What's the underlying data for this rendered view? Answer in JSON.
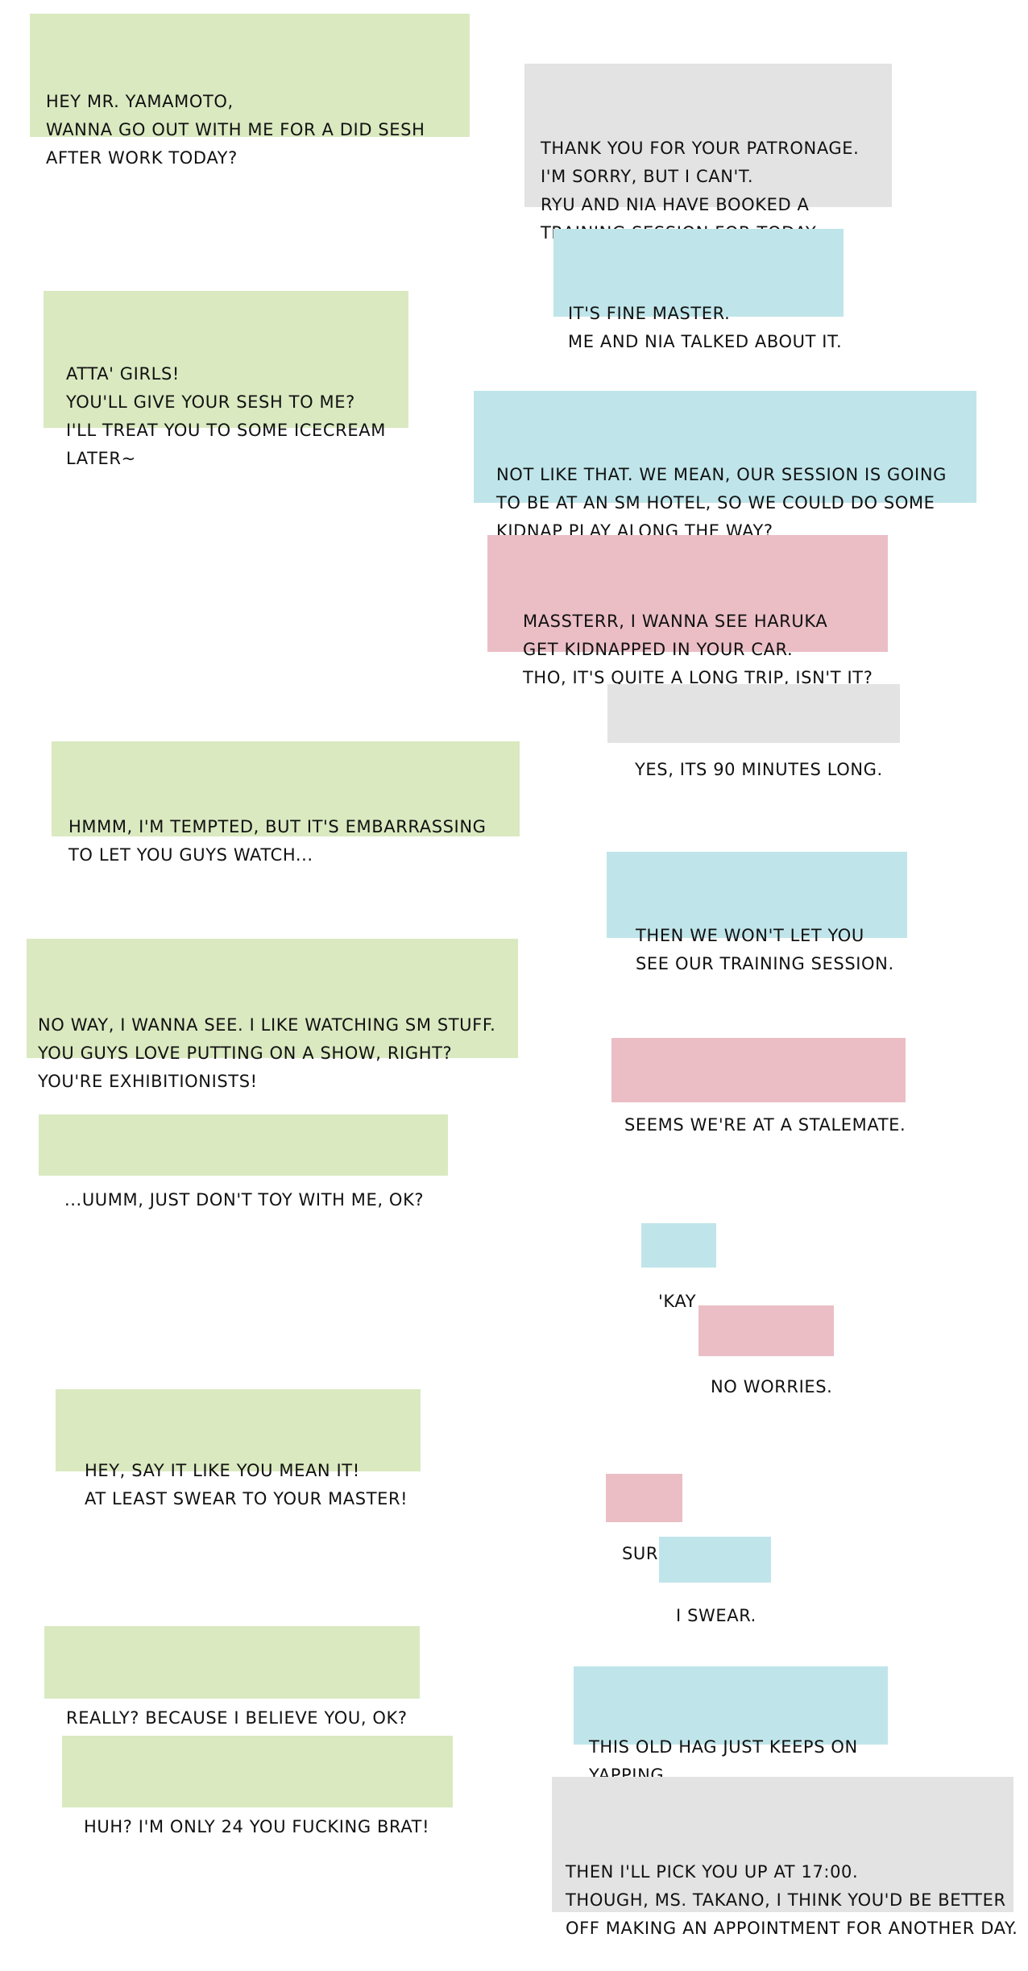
{
  "colors": {
    "green": "#dae9c0",
    "gray": "#e3e3e3",
    "blue": "#bfe5ea",
    "pink": "#ebbec6"
  },
  "messages": [
    {
      "color": "green",
      "text": "HEY MR. YAMAMOTO,\nWANNA GO OUT WITH ME FOR A DID SESH\nAFTER WORK TODAY?"
    },
    {
      "color": "gray",
      "text": "THANK YOU FOR YOUR PATRONAGE.\nI'M SORRY, BUT I CAN'T.\nRYU AND NIA HAVE BOOKED A\nTRAINING SESSION FOR TODAY."
    },
    {
      "color": "blue",
      "text": "IT'S FINE MASTER.\nME AND NIA TALKED ABOUT IT."
    },
    {
      "color": "green",
      "text": "ATTA' GIRLS!\nYOU'LL GIVE YOUR SESH TO ME?\nI'LL TREAT YOU TO SOME ICECREAM\nLATER~"
    },
    {
      "color": "blue",
      "text": "NOT LIKE THAT. WE MEAN, OUR SESSION IS GOING\nTO BE AT AN SM HOTEL, SO WE COULD DO SOME\nKIDNAP PLAY ALONG THE WAY?"
    },
    {
      "color": "pink",
      "text": "MASSTERR, I WANNA SEE HARUKA\nGET KIDNAPPED IN YOUR CAR.\nTHO, IT'S QUITE A LONG TRIP, ISN'T IT?"
    },
    {
      "color": "gray",
      "text": "YES, ITS 90 MINUTES LONG."
    },
    {
      "color": "green",
      "text": "HMMM, I'M TEMPTED, BUT IT'S EMBARRASSING\nTO LET YOU GUYS WATCH..."
    },
    {
      "color": "blue",
      "text": "THEN WE WON'T LET YOU\nSEE OUR TRAINING SESSION."
    },
    {
      "color": "green",
      "text": "NO WAY, I WANNA SEE. I LIKE WATCHING SM STUFF.\nYOU GUYS LOVE PUTTING ON A SHOW, RIGHT?\nYOU'RE EXHIBITIONISTS!"
    },
    {
      "color": "pink",
      "text": "SEEMS WE'RE AT A STALEMATE."
    },
    {
      "color": "green",
      "text": "...UUMM, JUST DON'T TOY WITH ME, OK?"
    },
    {
      "color": "blue",
      "text": "'KAY"
    },
    {
      "color": "pink",
      "text": "NO WORRIES."
    },
    {
      "color": "green",
      "text": "HEY, SAY IT LIKE YOU MEAN IT!\nAT LEAST SWEAR TO YOUR MASTER!"
    },
    {
      "color": "pink",
      "text": "SURE."
    },
    {
      "color": "blue",
      "text": "I SWEAR."
    },
    {
      "color": "green",
      "text": "REALLY? BECAUSE I BELIEVE YOU, OK?"
    },
    {
      "color": "blue",
      "text": "THIS OLD HAG JUST KEEPS ON\nYAPPING."
    },
    {
      "color": "green",
      "text": "HUH? I'M ONLY 24 YOU FUCKING BRAT!"
    },
    {
      "color": "gray",
      "text": "THEN I'LL PICK YOU UP AT 17:00.\nTHOUGH, MS. TAKANO, I THINK YOU'D BE BETTER\nOFF MAKING AN APPOINTMENT FOR ANOTHER DAY."
    }
  ]
}
